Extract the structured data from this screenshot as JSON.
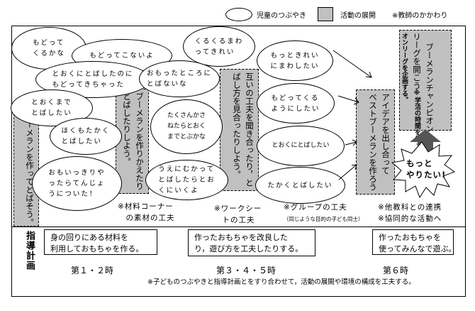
{
  "legend": {
    "voice": "児童のつぶやき",
    "activity": "活動の展開",
    "teacher": "※教師のかかわり"
  },
  "voices": [
    "もどって\nくるかな",
    "もどってこないよ",
    "とおくにとばしたのに\nもどってきちゃった",
    "おもったところに\nとばないな",
    "とおくまで\nとばしたい",
    "くるくるまわ\nってきれい",
    "もっときれい\nにまわしたい",
    "もどってくる\nようにしたい",
    "とおくにとばしたい",
    "たかくとばしたい",
    "たくさんかさ\nねたらとおく\nまでとぶかな",
    "うえにむかって\nとばしたらとお\nくにいくよ",
    "ほくもたかく\nとばしたい",
    "おもいっきりや\nったらてんじょ\nうについた！"
  ],
  "activities": [
    "ブーメランを作ってとばそう。",
    "ブーメランを作りかえたり\nとばしたりしよう。",
    "互いの工夫を聞き合ったり，と\nばし方を見合ったりしよう。",
    "アイデアを出し合って\nベストブーメランを作ろう"
  ],
  "champion": {
    "title": "ブーメランチャンピオン\nリーグを開こう",
    "note": "※学活の時間を使ってチャンピ\nオンリーグを企画する。"
  },
  "burst": "もっと\nやりたい!",
  "teacher_notes": {
    "material": "※材料コーナー\n　の素材の工夫",
    "worksheet": "※ワークシー\n　トの工夫",
    "group": "※グループの工夫",
    "group_sub": "（同じような目的の子ども同士）",
    "other": "※他教科との連携\n※協同的な活動へ"
  },
  "plan": {
    "label": "指導計画",
    "items": [
      {
        "text": "身の回りにある材料を\n利用しておもちゃを作る。",
        "period": "第１・２時"
      },
      {
        "text": "作ったおもちゃを改良した\nり，遊び方を工夫したりする。",
        "period": "第３・４・５時"
      },
      {
        "text": "作ったおもちゃを\n使ってみんなで遊ぶ。",
        "period": "第６時"
      }
    ],
    "footnote": "※子どものつぶやきと指導計画とをすり合わせて，活動の展開や環境の構成を工夫する。"
  }
}
